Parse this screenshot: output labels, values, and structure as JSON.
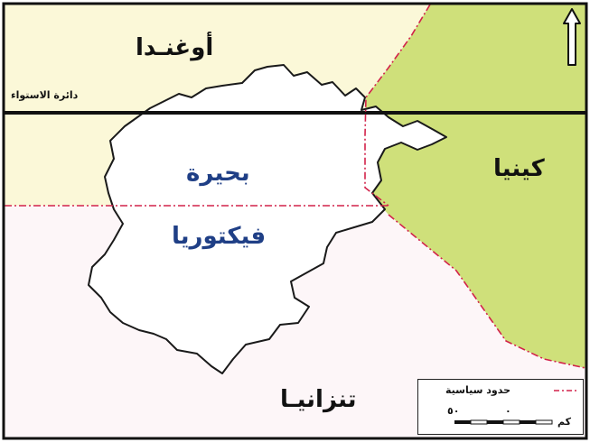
{
  "map": {
    "countries": {
      "uganda": "أوغنـدا",
      "kenya": "كينيا",
      "tanzania": "تنزانيـا"
    },
    "lake": {
      "line1": "بحيرة",
      "line2": "فيكتوريا"
    },
    "equator_label": "دائرة الاستواء",
    "legend": {
      "boundary_label": "حدود سياسية",
      "scale_zero": "٠",
      "scale_value": "٥٠",
      "scale_unit": "كم"
    },
    "north_arrow": "north-arrow-icon",
    "colors": {
      "uganda_land": "#fbf8d8",
      "kenya_land": "#cfe07a",
      "tanzania_land": "#fdf6f8",
      "lake_water": "#ffffff",
      "boundary": "#d2224a",
      "equator_line": "#111111",
      "lake_text": "#1f3f86"
    }
  }
}
